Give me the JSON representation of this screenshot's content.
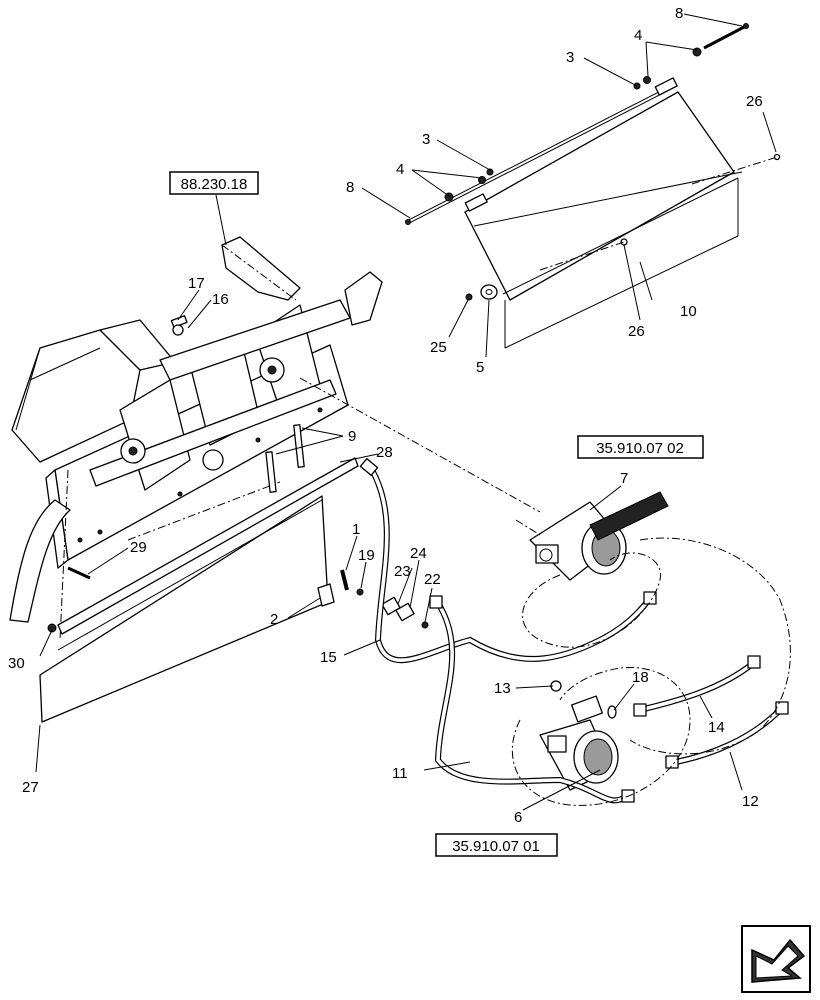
{
  "reference_boxes": {
    "ref_88_230_18": "88.230.18",
    "ref_35_910_07_02": "35.910.07 02",
    "ref_35_910_07_01": "35.910.07 01"
  },
  "callouts": {
    "c1": "1",
    "c2": "2",
    "c3a": "3",
    "c3b": "3",
    "c4a": "4",
    "c4b": "4",
    "c5": "5",
    "c6": "6",
    "c7": "7",
    "c8a": "8",
    "c8b": "8",
    "c9": "9",
    "c10": "10",
    "c11": "11",
    "c12": "12",
    "c13": "13",
    "c14": "14",
    "c15": "15",
    "c16": "16",
    "c17": "17",
    "c18": "18",
    "c19": "19",
    "c22": "22",
    "c23": "23",
    "c24": "24",
    "c25": "25",
    "c26a": "26",
    "c26b": "26",
    "c27": "27",
    "c28": "28",
    "c29": "29",
    "c30": "30"
  },
  "nav_icon": "next-page-arrow-icon"
}
